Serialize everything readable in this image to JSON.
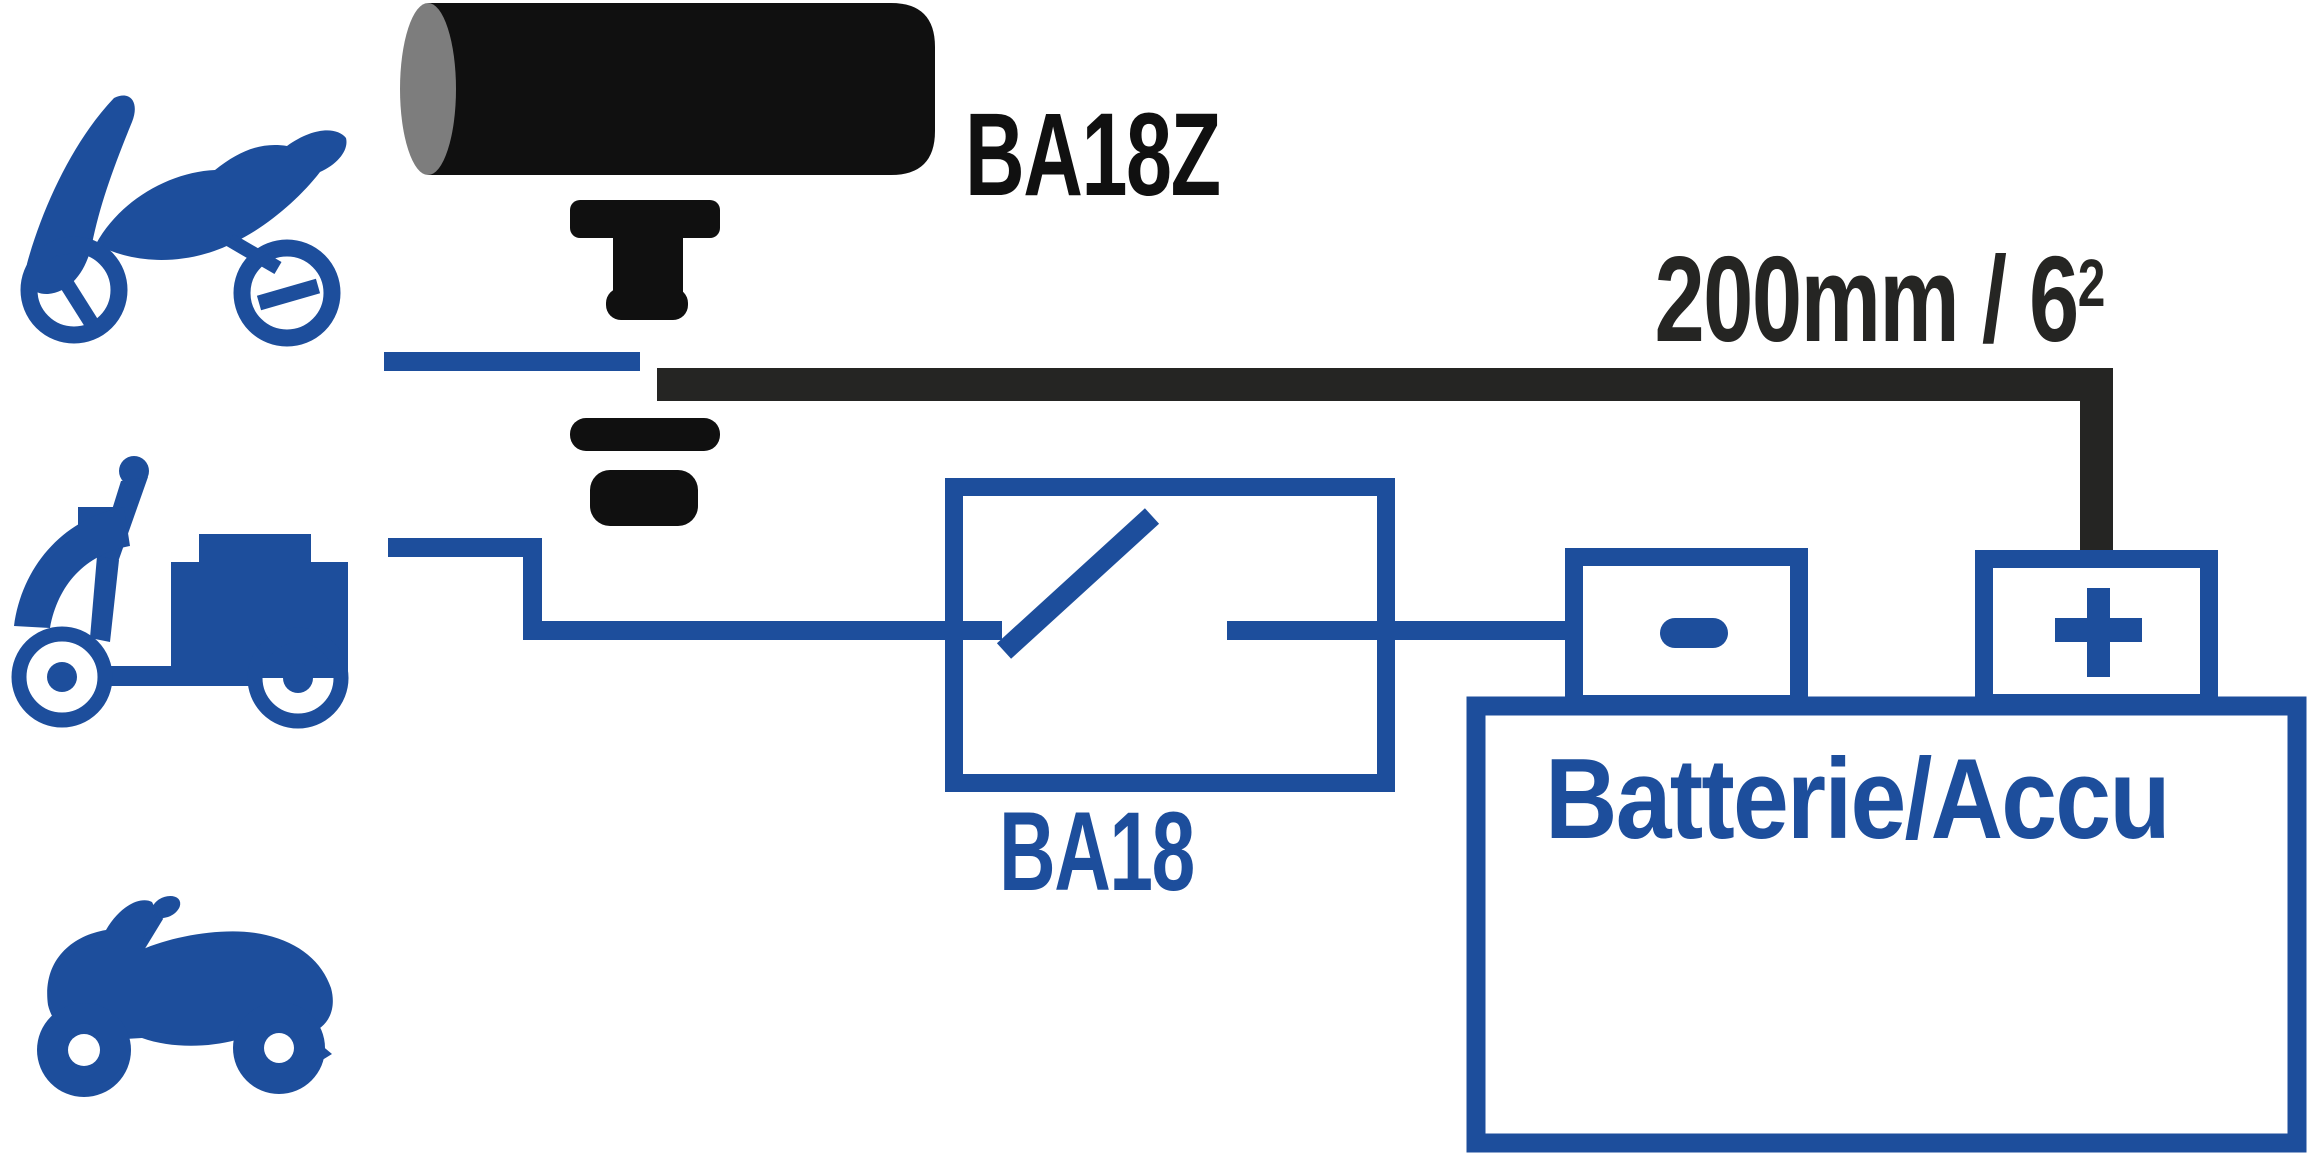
{
  "palette": {
    "blue": "#1d4e9c",
    "ink": "#101010",
    "wire": "#252523",
    "gray": "#7d7d7d",
    "paper": "#ffffff"
  },
  "device": {
    "label": "BA18Z",
    "icon": "horn-cylinder-with-mount-icon"
  },
  "cable": {
    "label_text": "200mm / 6",
    "label_superscript": "2"
  },
  "switch_box": {
    "label": "BA18",
    "icon": "open-switch-symbol"
  },
  "battery": {
    "label": "Batterie/Accu",
    "negative_symbol": "-",
    "positive_symbol": "+"
  },
  "vehicle_icons": [
    "motorcycle-icon",
    "scooter-icon",
    "atv-quad-icon"
  ]
}
